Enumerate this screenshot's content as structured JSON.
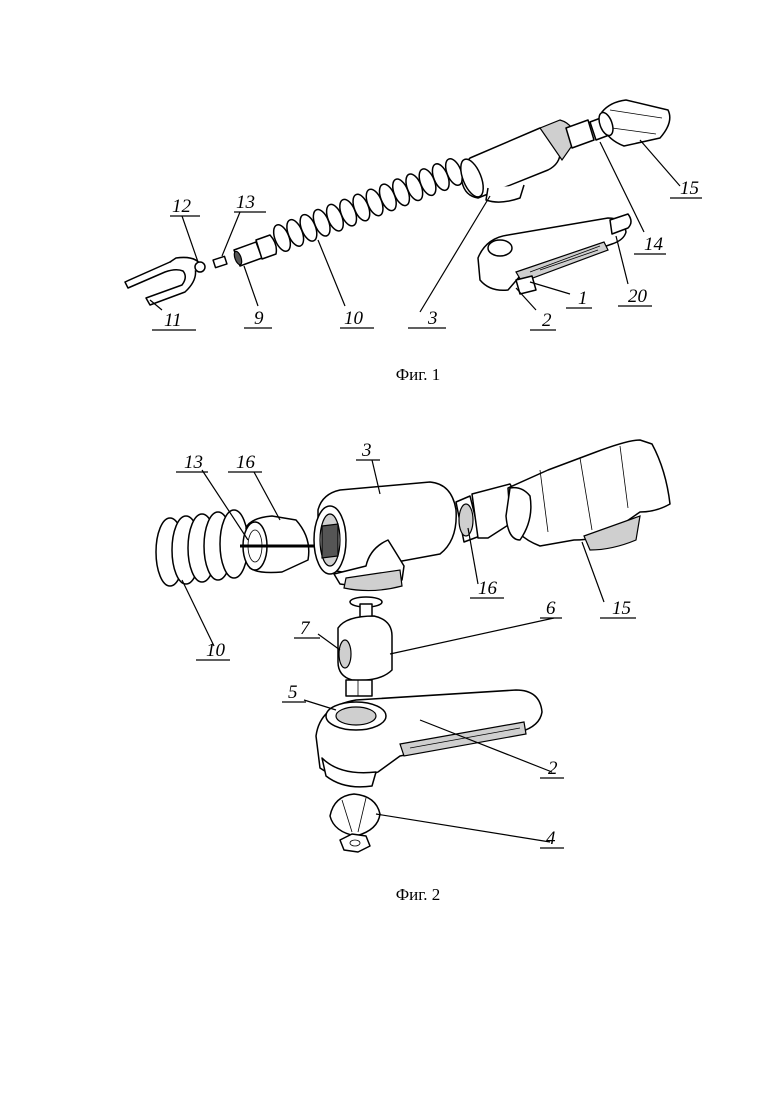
{
  "figures": [
    {
      "caption": "Фиг. 1",
      "labels": [
        "12",
        "13",
        "11",
        "9",
        "10",
        "3",
        "15",
        "14",
        "20",
        "1",
        "2"
      ]
    },
    {
      "caption": "Фиг. 2",
      "labels": [
        "13",
        "16",
        "3",
        "16",
        "15",
        "10",
        "7",
        "6",
        "5",
        "2",
        "4"
      ]
    }
  ]
}
